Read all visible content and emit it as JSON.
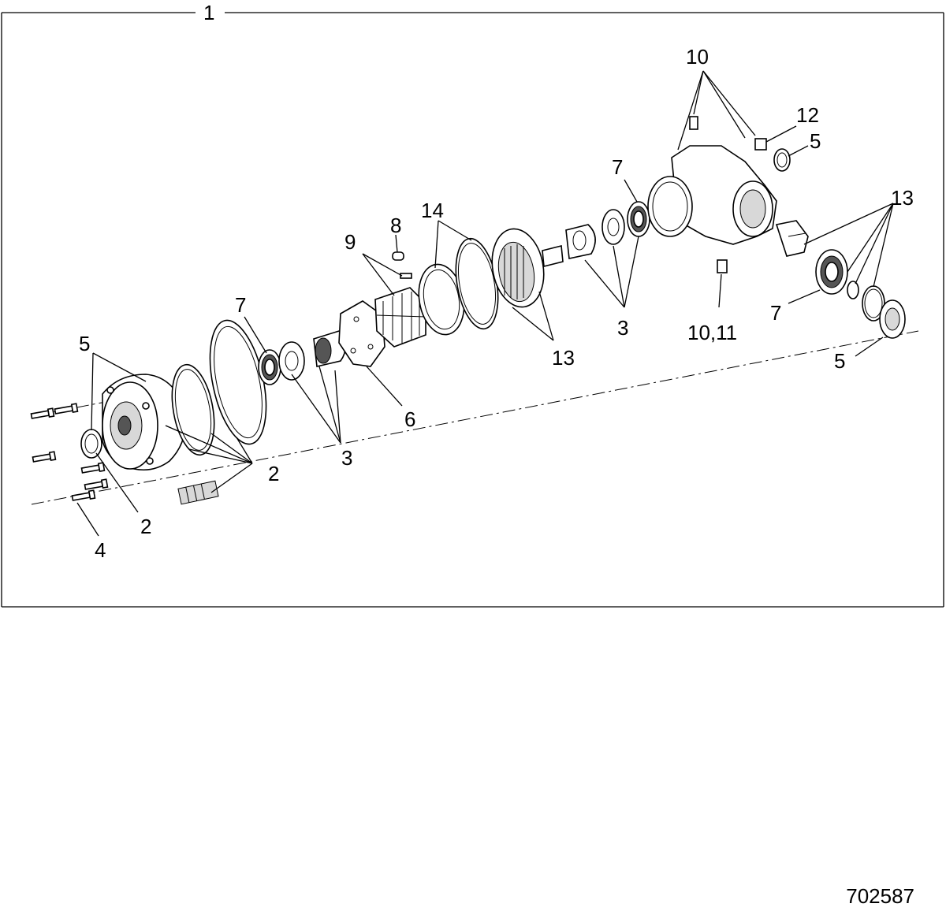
{
  "figure_number": "702587",
  "assembly_label": "1",
  "callouts": {
    "c2a": "2",
    "c2b": "2",
    "c3a": "3",
    "c3b": "3",
    "c4": "4",
    "c5a": "5",
    "c5b": "5",
    "c5c": "5",
    "c6": "6",
    "c7a": "7",
    "c7b": "7",
    "c7c": "7",
    "c8": "8",
    "c9": "9",
    "c10": "10",
    "c10_11": "10,11",
    "c12": "12",
    "c13a": "13",
    "c13b": "13",
    "c14": "14"
  }
}
